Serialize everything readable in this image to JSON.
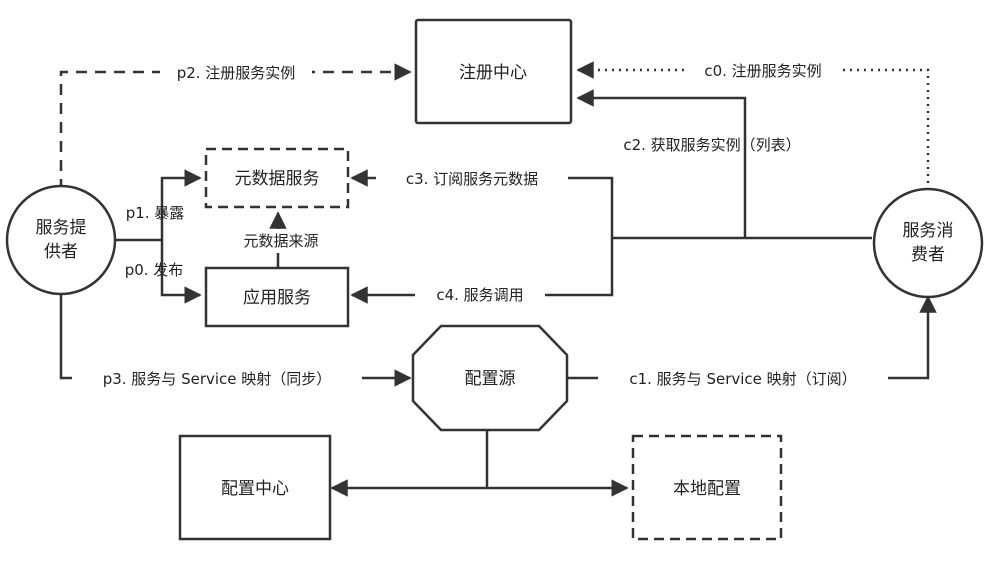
{
  "nodes": {
    "provider": {
      "line1": "服务提",
      "line2": "供者"
    },
    "consumer": {
      "line1": "服务消",
      "line2": "费者"
    },
    "registry": "注册中心",
    "metadata_service": "元数据服务",
    "app_service": "应用服务",
    "config_source": "配置源",
    "config_center": "配置中心",
    "local_config": "本地配置"
  },
  "edges": {
    "p2": "p2. 注册服务实例",
    "c0": "c0. 注册服务实例",
    "c2": "c2. 获取服务实例（列表）",
    "p1": "p1. 暴露",
    "c3": "c3. 订阅服务元数据",
    "metadata_source": "元数据来源",
    "p0": "p0. 发布",
    "c4": "c4. 服务调用",
    "p3": "p3. 服务与 Service 映射（同步）",
    "c1": "c1. 服务与 Service 映射（订阅）"
  }
}
